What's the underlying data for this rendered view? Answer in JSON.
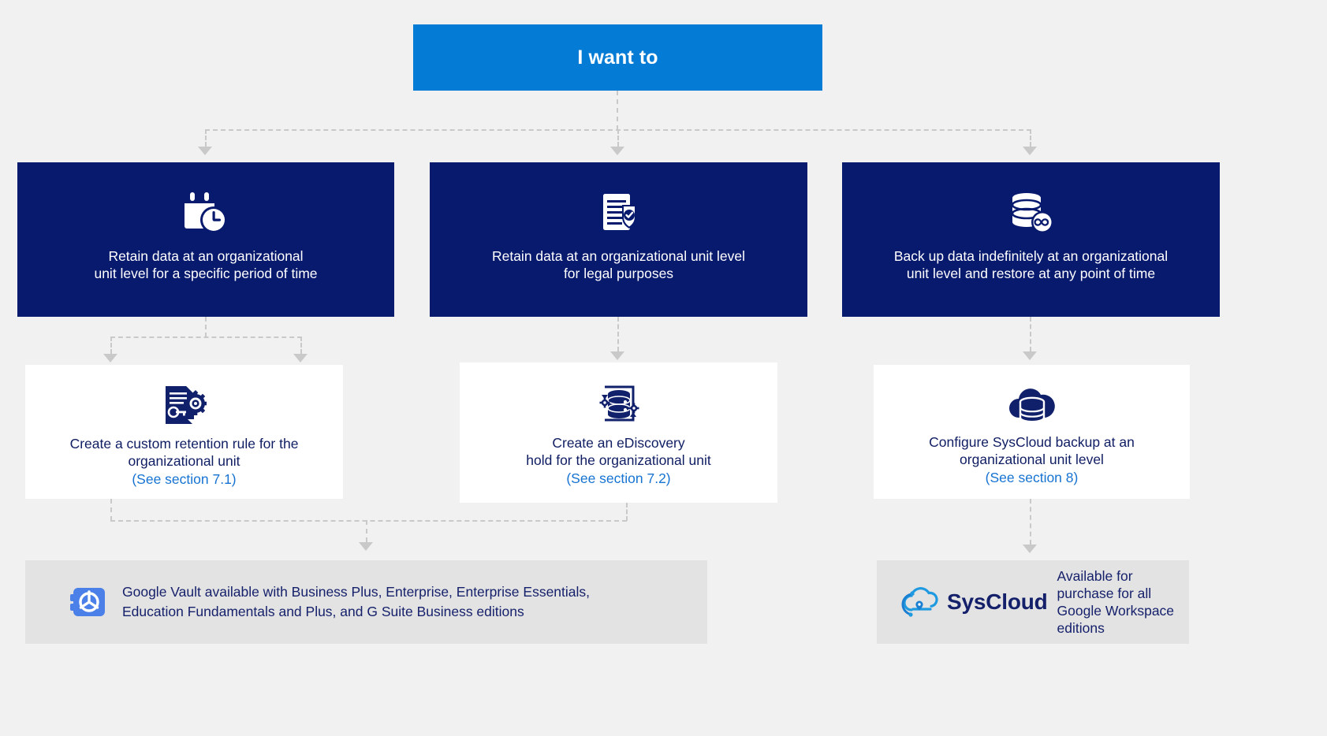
{
  "page": {
    "background_color": "#f1f1f1",
    "accent_blue": "#047bd5",
    "navy": "#081a6e",
    "link_blue": "#1673d2",
    "grey_bar": "#e3e3e3",
    "connector_color": "#c9c9c9"
  },
  "header": {
    "title": "I want to"
  },
  "options": [
    {
      "icon": "calendar-clock-icon",
      "caption_line1": "Retain data at an organizational",
      "caption_line2": "unit level for a specific period of time"
    },
    {
      "icon": "document-shield-check-icon",
      "caption_line1": "Retain data at an organizational unit level",
      "caption_line2": "for legal purposes"
    },
    {
      "icon": "database-infinity-icon",
      "caption_line1": "Back up data indefinitely at an organizational",
      "caption_line2": "unit level and restore at any point of time"
    }
  ],
  "actions": [
    {
      "icon": "document-gear-icon",
      "caption_line1": "Create a custom retention rule for the",
      "caption_line2": "organizational unit",
      "section_ref": "(See section 7.1)"
    },
    {
      "icon": "database-sync-gears-icon",
      "caption_line1": "Create an eDiscovery",
      "caption_line2": "hold for the organizational unit",
      "section_ref": "(See section 7.2)"
    },
    {
      "icon": "cloud-database-icon",
      "caption_line1": "Configure SysCloud backup at an",
      "caption_line2": "organizational unit level",
      "section_ref": "(See section 8)"
    }
  ],
  "footnotes": [
    {
      "icon": "google-vault-icon",
      "text_line1": "Google Vault available with Business Plus, Enterprise, Enterprise Essentials,",
      "text_line2": "Education Fundamentals and Plus, and G Suite Business editions"
    },
    {
      "icon": "syscloud-logo-icon",
      "brand": "SysCloud",
      "text_line1": "Available for",
      "text_line2": "purchase for all",
      "text_line3": "Google Workspace",
      "text_line4": "editions"
    }
  ]
}
